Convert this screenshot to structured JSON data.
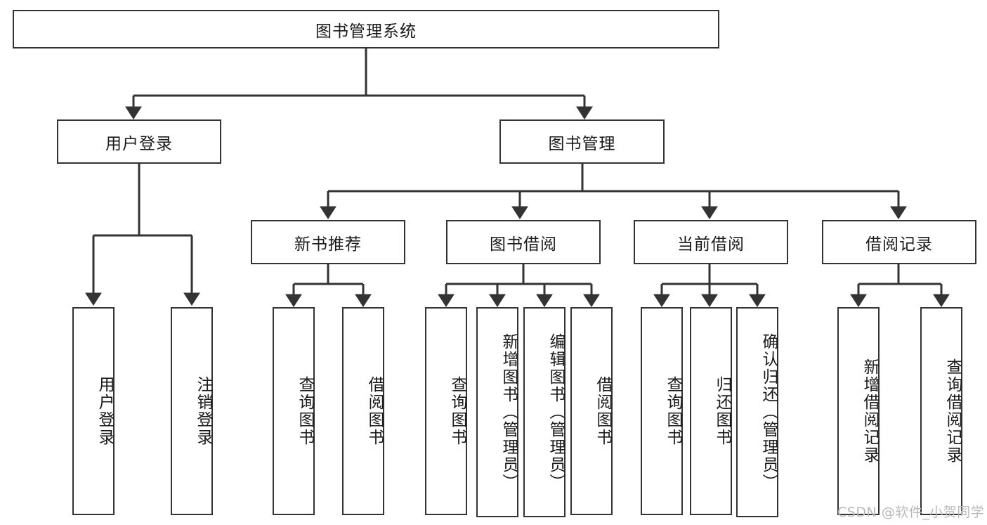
{
  "diagram": {
    "title": "图书管理系统",
    "type": "tree-hierarchy",
    "root": {
      "id": "root",
      "label": "图书管理系统"
    },
    "level2": [
      {
        "id": "user-login",
        "label": "用户登录"
      },
      {
        "id": "book-manage",
        "label": "图书管理"
      }
    ],
    "level3": [
      {
        "id": "new-book-recommend",
        "label": "新书推荐"
      },
      {
        "id": "book-borrow",
        "label": "图书借阅"
      },
      {
        "id": "current-borrow",
        "label": "当前借阅"
      },
      {
        "id": "borrow-record",
        "label": "借阅记录"
      }
    ],
    "leaves": {
      "user_login": [
        {
          "id": "leaf-user-login",
          "label": "用户登录"
        },
        {
          "id": "leaf-logout-login",
          "label": "注销登录"
        }
      ],
      "new_book_recommend": [
        {
          "id": "leaf-query-book-1",
          "label": "查询图书"
        },
        {
          "id": "leaf-borrow-book-1",
          "label": "借阅图书"
        }
      ],
      "book_borrow": [
        {
          "id": "leaf-query-book-2",
          "label": "查询图书"
        },
        {
          "id": "leaf-add-book",
          "label": "新增图书（管理员）"
        },
        {
          "id": "leaf-edit-book",
          "label": "编辑图书（管理员）"
        },
        {
          "id": "leaf-borrow-book-2",
          "label": "借阅图书"
        }
      ],
      "current_borrow": [
        {
          "id": "leaf-query-book-3",
          "label": "查询图书"
        },
        {
          "id": "leaf-return-book",
          "label": "归还图书"
        },
        {
          "id": "leaf-confirm-return",
          "label": "确认归还（管理员）"
        }
      ],
      "borrow_record": [
        {
          "id": "leaf-add-record",
          "label": "新增借阅记录"
        },
        {
          "id": "leaf-query-record",
          "label": "查询借阅记录"
        }
      ]
    }
  },
  "watermark": {
    "text": "CSDN @软件_小贺同学"
  },
  "colors": {
    "stroke": "#333333",
    "background": "#ffffff",
    "text": "#1a1a1a",
    "watermark": "#b9b9b9"
  }
}
